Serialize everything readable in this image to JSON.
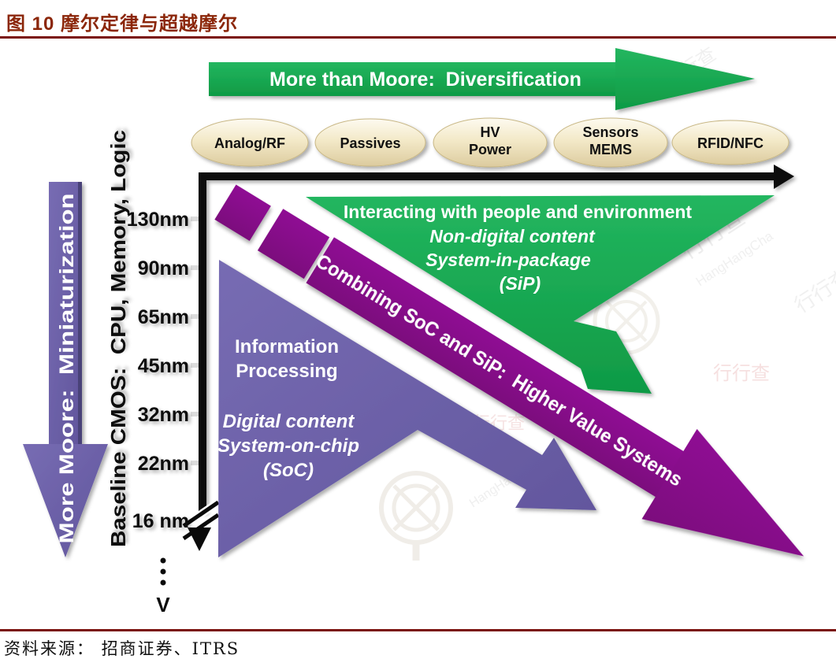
{
  "figure": {
    "title": "图 10 摩尔定律与超越摩尔",
    "source": "资料来源： 招商证券、ITRS"
  },
  "colors": {
    "title_red": "#8B2609",
    "rule_red": "#7A100C",
    "green": "#12A24C",
    "slate_purple": "#6C61A7",
    "magenta": "#870D88",
    "ellipse_cream": "#F2E7C4",
    "axis_black": "#0A0A0A"
  },
  "top_arrow": {
    "label": "More than Moore:  Diversification"
  },
  "categories": [
    {
      "line1": "Analog/RF",
      "line2": ""
    },
    {
      "line1": "Passives",
      "line2": ""
    },
    {
      "line1": "HV",
      "line2": "Power"
    },
    {
      "line1": "Sensors",
      "line2": "MEMS"
    },
    {
      "line1": "RFID/NFC",
      "line2": ""
    }
  ],
  "left_arrow": {
    "label": "More Moore:  Miniaturization"
  },
  "axis": {
    "vertical_label": "Baseline CMOS:  CPU, Memory, Logic",
    "nodes": [
      "130nm",
      "90nm",
      "65nm",
      "45nm",
      "32nm",
      "22nm",
      "16 nm"
    ],
    "continuation_symbol": "V"
  },
  "soc_region": {
    "heading1": "Information",
    "heading2": "Processing",
    "sub1": "Digital content",
    "sub2": "System-on-chip",
    "sub3": "(SoC)"
  },
  "sip_region": {
    "heading": "Interacting with people and environment",
    "sub1": "Non-digital content",
    "sub2": "System-in-package",
    "sub3": "(SiP)"
  },
  "combining_arrow": {
    "label": "Combining SoC and SiP:  Higher Value Systems"
  },
  "watermark": {
    "cjk": "行行查",
    "latin": "HangHangCha"
  }
}
